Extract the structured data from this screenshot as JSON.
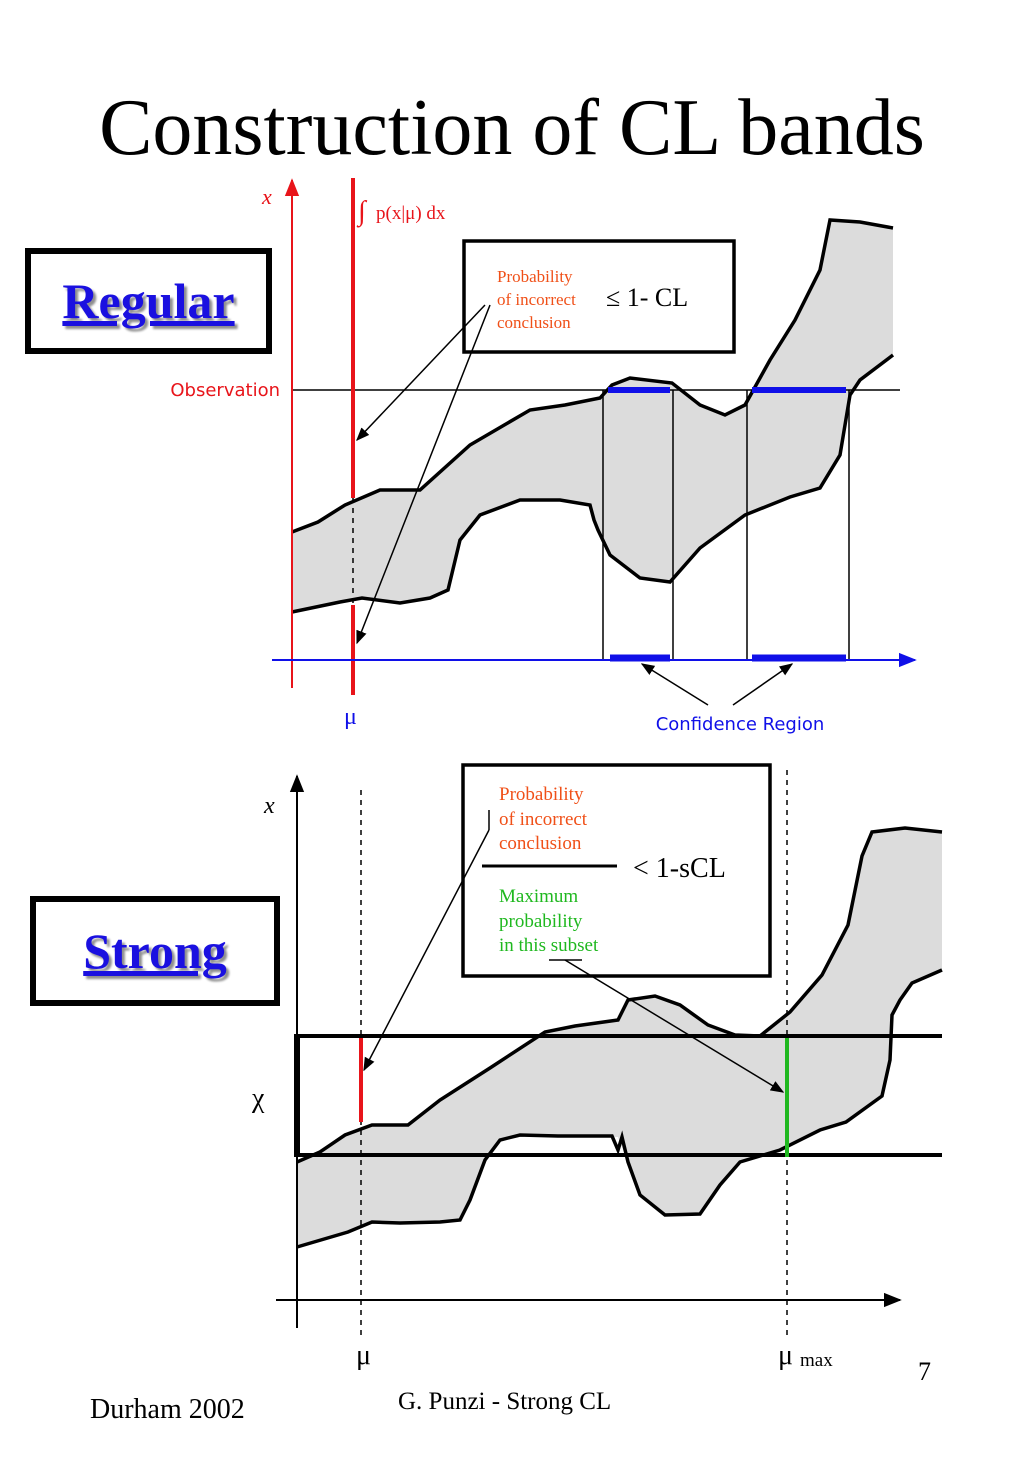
{
  "slide": {
    "title": "Construction of CL bands",
    "page_number": "7",
    "footer_left": "Durham 2002",
    "footer_center": "G. Punzi - Strong CL"
  },
  "regular_panel": {
    "label": "Regular",
    "x_axis_symbol": "x",
    "integral_label": "p(x|μ) dx",
    "observation_label": "Observation",
    "mu_label": "μ",
    "box_prob_line1": "Probability",
    "box_prob_line2": "of incorrect",
    "box_prob_line3": "conclusion",
    "box_rhs": "≤ 1- CL",
    "confidence_region_label": "Confidence Region"
  },
  "strong_panel": {
    "label": "Strong",
    "x_axis_symbol": "x",
    "chi_label": "χ",
    "mu_label": "μ",
    "mu_max_label": "μ",
    "mu_max_subscript": "max",
    "numerator_line1": "Probability",
    "numerator_line2": "of incorrect",
    "numerator_line3": "conclusion",
    "denominator_line1": "Maximum",
    "denominator_line2": "probability",
    "denominator_line3": "in this subset",
    "rhs": "< 1-sCL"
  },
  "colors": {
    "red": "#e8141a",
    "blue": "#1010e8",
    "green": "#1fb81f",
    "orange": "#f05018",
    "band_fill": "#dcdcdc",
    "label_blue": "#1a10e0"
  }
}
